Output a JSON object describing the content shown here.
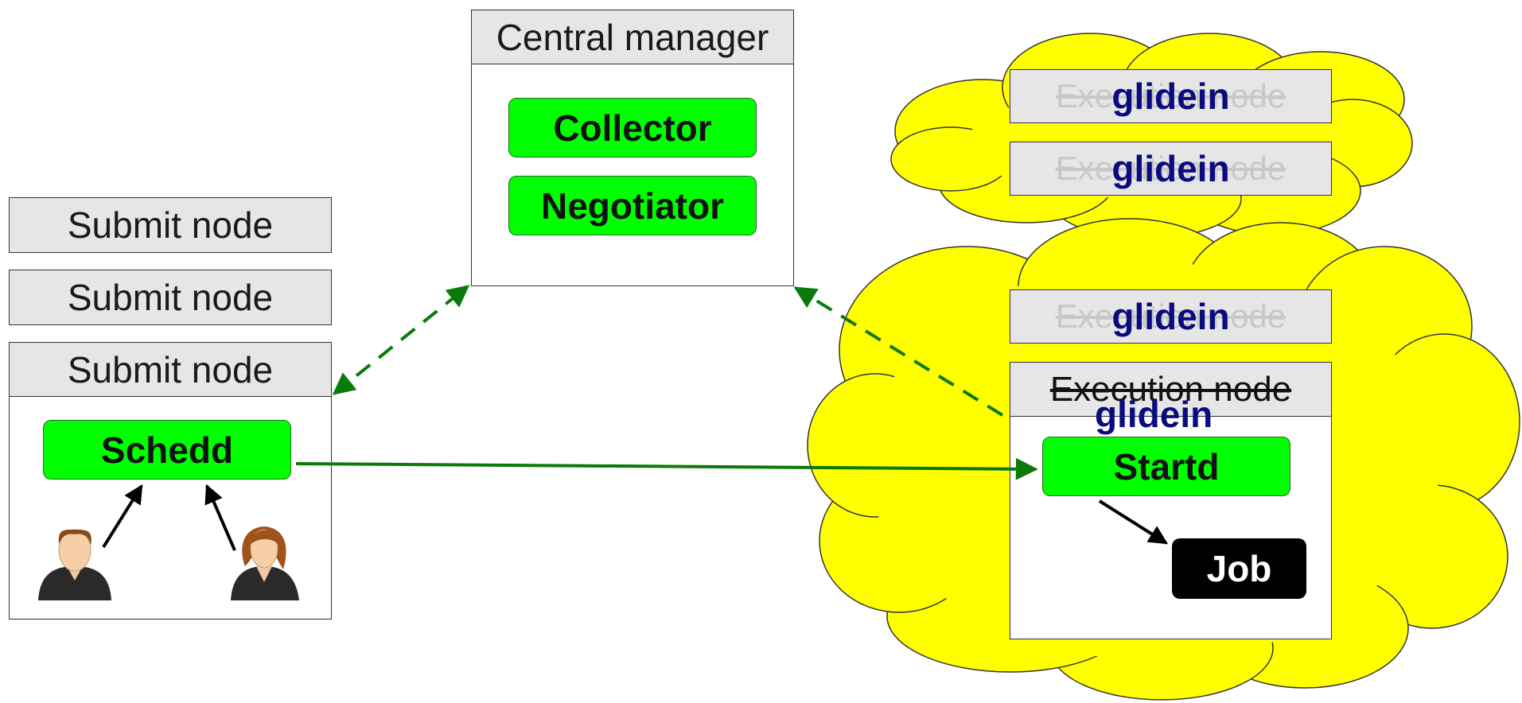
{
  "central_manager": {
    "title": "Central manager",
    "collector": "Collector",
    "negotiator": "Negotiator"
  },
  "submit_nodes": [
    "Submit node",
    "Submit node",
    "Submit node"
  ],
  "schedd": "Schedd",
  "clouds": {
    "top_nodes": [
      {
        "struck": "Execution node",
        "overlay": "glidein"
      },
      {
        "struck": "Execution node",
        "overlay": "glidein"
      }
    ],
    "bottom_node": {
      "struck": "Execution node",
      "overlay": "glidein"
    },
    "main_node": {
      "struck": "Execution node",
      "overlay": "glidein",
      "startd": "Startd",
      "job": "Job"
    }
  },
  "colors": {
    "daemon": "#00ff00",
    "cloud": "#ffff00",
    "arrow_green": "#0a7a0a",
    "glidein_text": "#0b0b80"
  },
  "icons": [
    "user-male-icon",
    "user-female-icon"
  ]
}
